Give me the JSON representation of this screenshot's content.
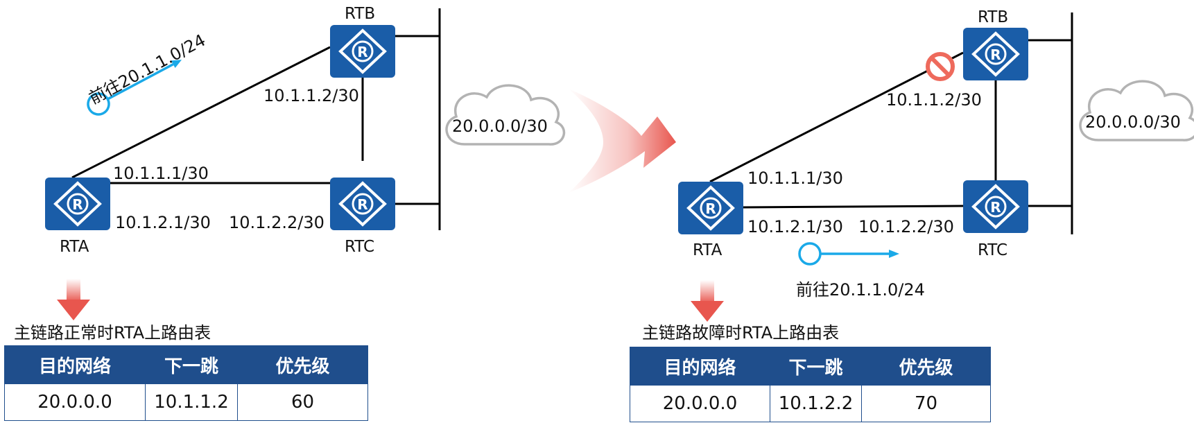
{
  "left": {
    "routers": {
      "rtb": "RTB",
      "rtc": "RTC",
      "rta": "RTA"
    },
    "cloud": "20.0.0.0/30",
    "labels": {
      "rtb_ip": "10.1.1.2/30",
      "rta_ip1": "10.1.1.1/30",
      "rta_ip2": "10.1.2.1/30",
      "rtc_ip": "10.1.2.2/30",
      "flow": "前往20.1.1.0/24"
    },
    "caption": "主链路正常时RTA上路由表",
    "table": {
      "headers": [
        "目的网络",
        "下一跳",
        "优先级"
      ],
      "row": [
        "20.0.0.0",
        "10.1.1.2",
        "60"
      ]
    }
  },
  "right": {
    "routers": {
      "rtb": "RTB",
      "rtc": "RTC",
      "rta": "RTA"
    },
    "cloud": "20.0.0.0/30",
    "labels": {
      "rtb_ip": "10.1.1.2/30",
      "rta_ip1": "10.1.1.1/30",
      "rta_ip2": "10.1.2.1/30",
      "rtc_ip": "10.1.2.2/30",
      "flow": "前往20.1.1.0/24"
    },
    "caption": "主链路故障时RTA上路由表",
    "table": {
      "headers": [
        "目的网络",
        "下一跳",
        "优先级"
      ],
      "row": [
        "20.0.0.0",
        "10.1.2.2",
        "70"
      ]
    }
  },
  "colors": {
    "router": "#1a5da8",
    "flow": "#1aa9e8",
    "table_header": "#1f4e8c",
    "arrow": "#e8564e",
    "fault": "#ee6a5c",
    "cloud": "#b3b3b3"
  },
  "icons": [
    "router-icon",
    "cloud-icon",
    "fault-icon",
    "transition-arrow-icon",
    "down-arrow-icon"
  ]
}
